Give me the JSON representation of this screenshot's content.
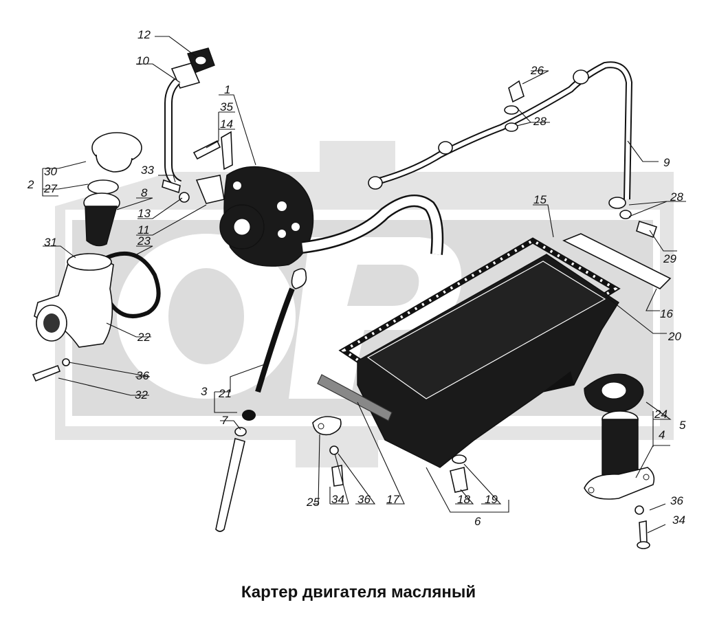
{
  "title": "Картер двигателя масляный",
  "watermark": {
    "text": "OP",
    "color": "#d9d9d9"
  },
  "labels": {
    "l1": "1",
    "l2": "2",
    "l3": "3",
    "l4": "4",
    "l5": "5",
    "l6": "6",
    "l7": "7",
    "l8": "8",
    "l9": "9",
    "l10": "10",
    "l11": "11",
    "l12": "12",
    "l13": "13",
    "l14": "14",
    "l15": "15",
    "l16": "16",
    "l17": "17",
    "l18": "18",
    "l19": "19",
    "l20": "20",
    "l21": "21",
    "l22": "22",
    "l23": "23",
    "l24": "24",
    "l25": "25",
    "l26": "26",
    "l27": "27",
    "l28a": "28",
    "l28b": "28",
    "l29": "29",
    "l30": "30",
    "l31": "31",
    "l32": "32",
    "l33": "33",
    "l34a": "34",
    "l34b": "34",
    "l35": "35",
    "l36a": "36",
    "l36b": "36",
    "l36c": "36"
  }
}
